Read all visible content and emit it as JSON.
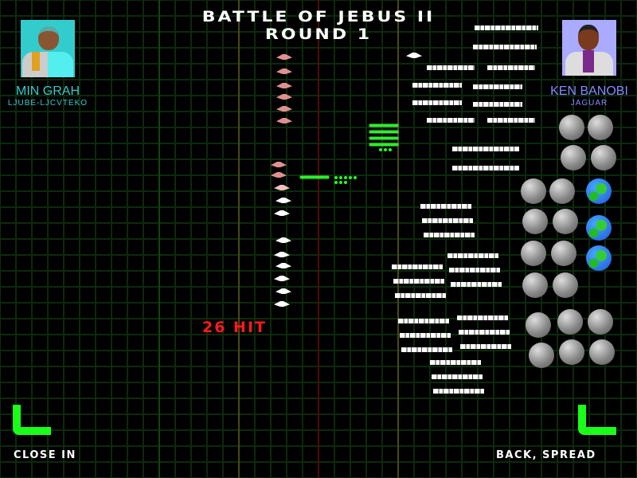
{
  "header": {
    "title": "BATTLE OF JEBUS II",
    "round": "ROUND 1"
  },
  "player": {
    "name": "MIN GRAH",
    "race": "LJUBE-LJCVTEKO",
    "portrait": "min-grah-portrait",
    "color": "#33cccc"
  },
  "enemy": {
    "name": "KEN BANOBI",
    "race": "JAGUAR",
    "portrait": "ken-banobi-portrait",
    "color": "#8888ff"
  },
  "hit_counter": "26 HIT",
  "commands": {
    "left": "CLOSE IN",
    "right": "BACK, SPREAD"
  },
  "colors": {
    "grid": "#0c2a0c",
    "bracket": "#1aff1a",
    "laser": "#22ff22",
    "hit": "#ff1a1a"
  }
}
